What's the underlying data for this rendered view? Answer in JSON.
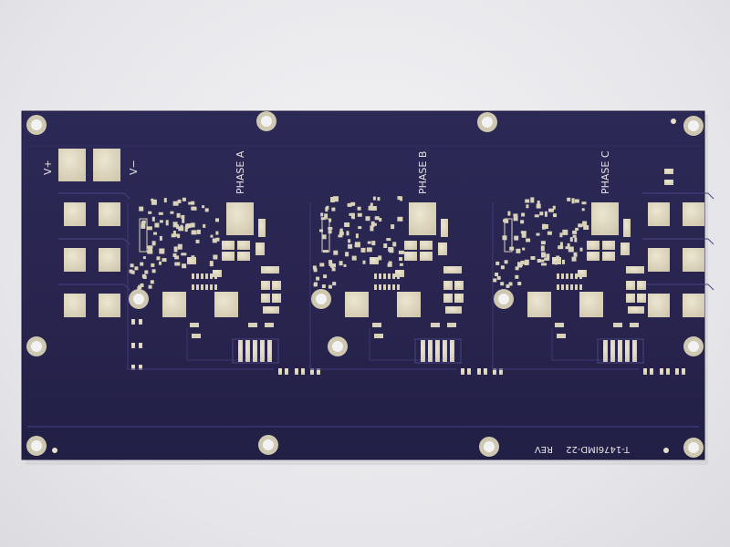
{
  "board": {
    "power_labels": {
      "positive": "V+",
      "negative": "V−"
    },
    "phases": [
      {
        "label": "PHASE A"
      },
      {
        "label": "PHASE B"
      },
      {
        "label": "PHASE C"
      }
    ],
    "part_number": "T-1476IMD-22",
    "revision": "REV"
  },
  "colors": {
    "background": "#e9e9ec",
    "solder_mask": "#2a2652",
    "pad_finish": "#ddd6bf",
    "silkscreen": "#e8e4e6"
  }
}
